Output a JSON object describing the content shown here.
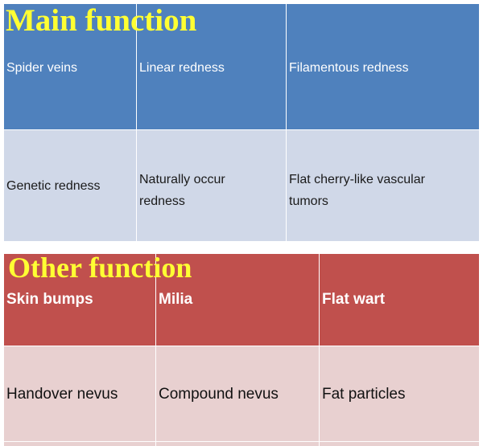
{
  "main_table": {
    "title": "Main function",
    "header": [
      "Spider veins",
      "Linear redness",
      "Filamentous redness"
    ],
    "row": [
      "Genetic redness",
      "Naturally occur redness",
      "Flat cherry-like vascular tumors"
    ],
    "colors": {
      "header": "#4f81bd",
      "body": "#d0d8e8"
    }
  },
  "other_table": {
    "title": "Other function",
    "header": [
      "Skin bumps",
      "Milia",
      "Flat wart"
    ],
    "row": [
      "Handover nevus",
      "Compound nevus",
      "Fat particles"
    ],
    "colors": {
      "header": "#c0504d",
      "body": "#e8d0d0"
    }
  },
  "title_color": "#ffff33"
}
